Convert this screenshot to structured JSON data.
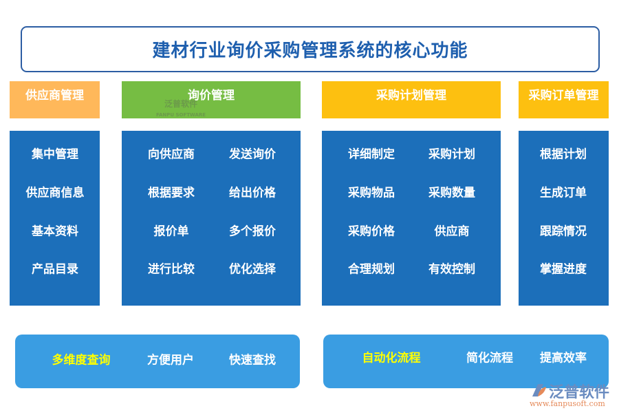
{
  "title": "建材行业询价采购管理系统的核心功能",
  "colors": {
    "title": "#1e5fae",
    "supplier": "#ffb85a",
    "inquiry": "#76bd43",
    "plan": "#fdc010",
    "order": "#fdc010",
    "box": "#1c6fba",
    "bottom": "#3a9de2",
    "highlight": "#ffff00"
  },
  "columns": [
    {
      "header": "供应商管理",
      "items": [
        "集中管理",
        "供应商信息",
        "基本资料",
        "产品目录"
      ]
    },
    {
      "header": "询价管理",
      "items": [
        "向供应商",
        "发送询价",
        "根据要求",
        "给出价格",
        "报价单",
        "多个报价",
        "进行比较",
        "优化选择"
      ]
    },
    {
      "header": "采购计划管理",
      "items": [
        "详细制定",
        "采购计划",
        "采购物品",
        "采购数量",
        "采购价格",
        "供应商",
        "合理规划",
        "有效控制"
      ]
    },
    {
      "header": "采购订单管理",
      "items": [
        "根据计划",
        "生成订单",
        "跟踪情况",
        "掌握进度"
      ]
    }
  ],
  "bottom": [
    {
      "highlight": "多维度查询",
      "items": [
        "方便用户",
        "快速查找"
      ]
    },
    {
      "highlight": "自动化流程",
      "items": [
        "简化流程",
        "提高效率"
      ]
    }
  ],
  "watermark": {
    "name": "泛普软件",
    "sub": "FANPU SOFTWARE"
  },
  "logo": {
    "name": "泛普软件",
    "url": "www.fanpusoft.com"
  }
}
